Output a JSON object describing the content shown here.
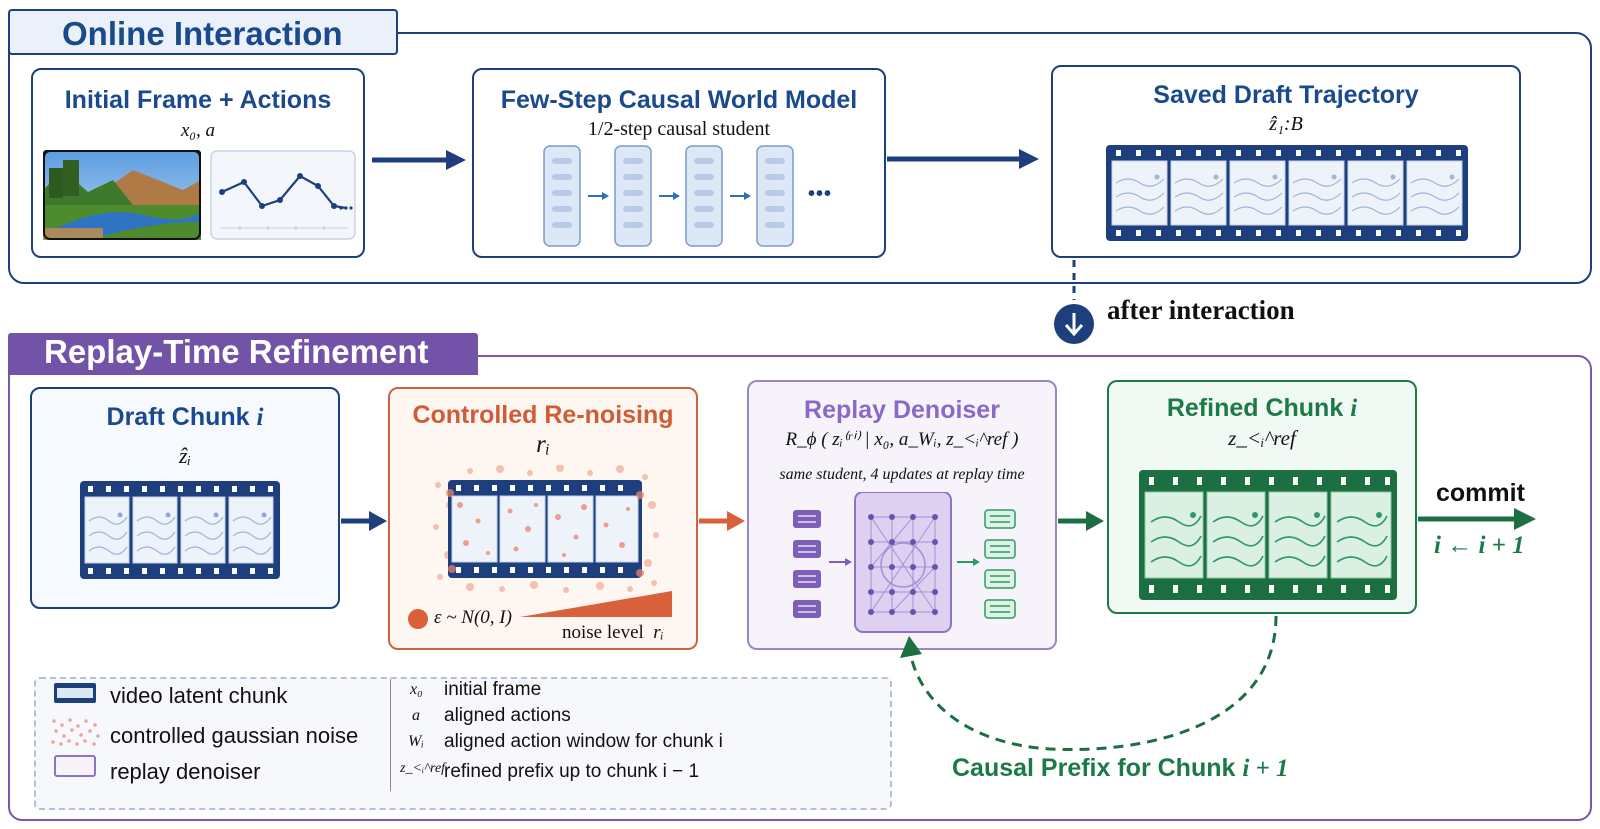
{
  "colors": {
    "navy": "#1d3f7d",
    "blue_text": "#1b4a8c",
    "orange": "#d9603a",
    "purple": "#7353a8",
    "green": "#1b7a45"
  },
  "online": {
    "title": "Online Interaction",
    "initial": {
      "title": "Initial Frame + Actions",
      "sub": "x₀, a"
    },
    "world_model": {
      "title": "Few-Step Causal World Model",
      "sub": "1/2-step causal student",
      "ellipsis": "•••"
    },
    "draft": {
      "title": "Saved Draft Trajectory",
      "sub": "ẑ₁:B"
    }
  },
  "after_label": "after interaction",
  "replay": {
    "title": "Replay-Time Refinement",
    "draft_chunk": {
      "title": "Draft Chunk ",
      "title_var": "i",
      "sub": "ẑᵢ"
    },
    "renoise": {
      "title": "Controlled Re-noising",
      "sub": "rᵢ",
      "eps_label": "ε ~ N(0, I)",
      "noise_label": "noise level",
      "noise_var": "rᵢ"
    },
    "denoiser": {
      "title": "Replay Denoiser",
      "formula": "R_ϕ ( zᵢ⁽ʳⁱ⁾ | x₀, a_Wᵢ, z_<ᵢ^ref )",
      "caption": "same student, 4 updates at replay time"
    },
    "refined": {
      "title": "Refined Chunk ",
      "title_var": "i",
      "sub": "z_<ᵢ^ref"
    },
    "commit": "commit",
    "update": "i ← i + 1",
    "prefix": "Causal Prefix for Chunk ",
    "prefix_var": "i + 1"
  },
  "legend": {
    "left": [
      {
        "icon": "film-icon",
        "label": "video latent chunk"
      },
      {
        "icon": "noise-icon",
        "label": "controlled gaussian noise"
      },
      {
        "icon": "denoiser-icon",
        "label": "replay denoiser"
      }
    ],
    "right": [
      {
        "sym": "x₀",
        "label": "initial frame"
      },
      {
        "sym": "a",
        "label": "aligned actions"
      },
      {
        "sym": "Wᵢ",
        "label": "aligned action window for chunk i"
      },
      {
        "sym": "z_<ᵢ^ref",
        "label": "refined prefix up to chunk i − 1"
      }
    ]
  }
}
